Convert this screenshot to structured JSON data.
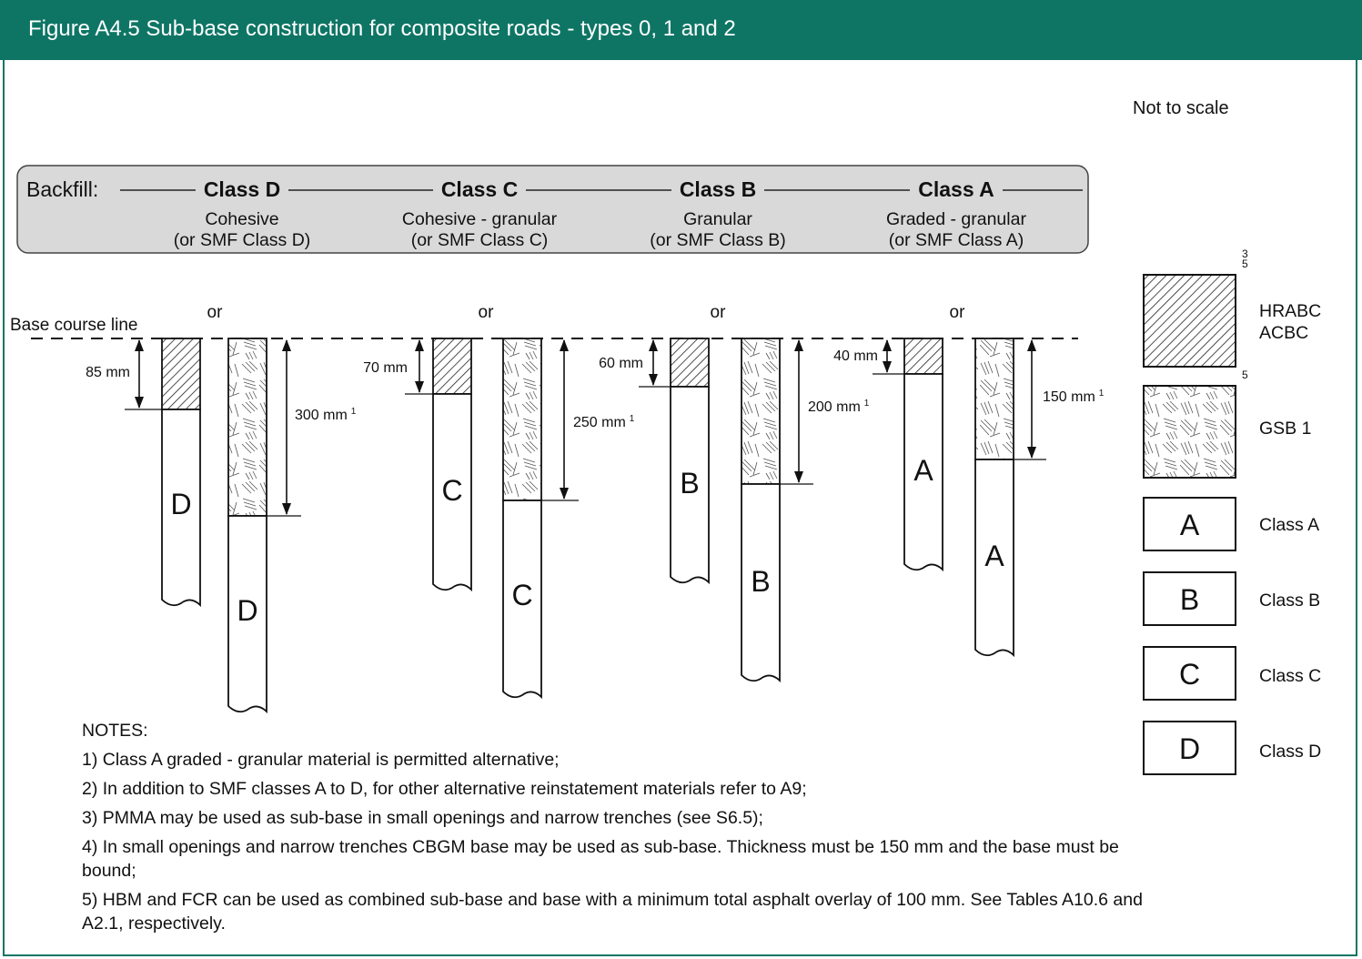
{
  "title": "Figure A4.5 Sub-base construction for composite roads - types 0, 1 and 2",
  "scale_note": "Not to scale",
  "backfill_label": "Backfill:",
  "base_course_label": "Base course line",
  "classes": [
    {
      "heading": "Class D",
      "line1": "Cohesive",
      "line2": "(or SMF Class D)"
    },
    {
      "heading": "Class C",
      "line1": "Cohesive - granular",
      "line2": "(or SMF Class C)"
    },
    {
      "heading": "Class B",
      "line1": "Granular",
      "line2": "(or SMF Class B)"
    },
    {
      "heading": "Class A",
      "line1": "Graded - granular",
      "line2": "(or SMF Class A)"
    }
  ],
  "columns": [
    {
      "or_label": "or",
      "bound_thickness": "85 mm",
      "granular_thickness": "300 mm",
      "granular_note": "1",
      "letter": "D"
    },
    {
      "or_label": "or",
      "bound_thickness": "70 mm",
      "granular_thickness": "250 mm",
      "granular_note": "1",
      "letter": "C"
    },
    {
      "or_label": "or",
      "bound_thickness": "60 mm",
      "granular_thickness": "200 mm",
      "granular_note": "1",
      "letter": "B"
    },
    {
      "or_label": "or",
      "bound_thickness": "40 mm",
      "granular_thickness": "150 mm",
      "granular_note": "1",
      "letter": "A"
    }
  ],
  "legend": [
    {
      "pattern": "hrabc",
      "symbol": "",
      "label": "HRABC\nACBC",
      "superscript": "3\n5"
    },
    {
      "pattern": "gsb",
      "symbol": "",
      "label": "GSB 1",
      "superscript": "5"
    },
    {
      "pattern": "plain",
      "symbol": "A",
      "label": "Class A",
      "superscript": ""
    },
    {
      "pattern": "plain",
      "symbol": "B",
      "label": "Class B",
      "superscript": ""
    },
    {
      "pattern": "plain",
      "symbol": "C",
      "label": "Class C",
      "superscript": ""
    },
    {
      "pattern": "plain",
      "symbol": "D",
      "label": "Class D",
      "superscript": ""
    }
  ],
  "notes": {
    "heading": "NOTES:",
    "items": [
      "1) Class A graded - granular material is permitted alternative;",
      "2) In addition to SMF classes A to D, for other alternative reinstatement materials refer to A9;",
      "3) PMMA may be used as sub-base in small openings and narrow trenches (see S6.5);",
      "4) In small openings and narrow trenches CBGM base may be used as sub-base. Thickness must be 150 mm and the base must be bound;",
      "5) HBM and FCR can be used as combined sub-base and base with a minimum total asphalt overlay of 100 mm. See Tables A10.6 and A2.1, respectively."
    ]
  },
  "colors": {
    "header": "#0e7565",
    "panel": "#d9d9d9"
  }
}
